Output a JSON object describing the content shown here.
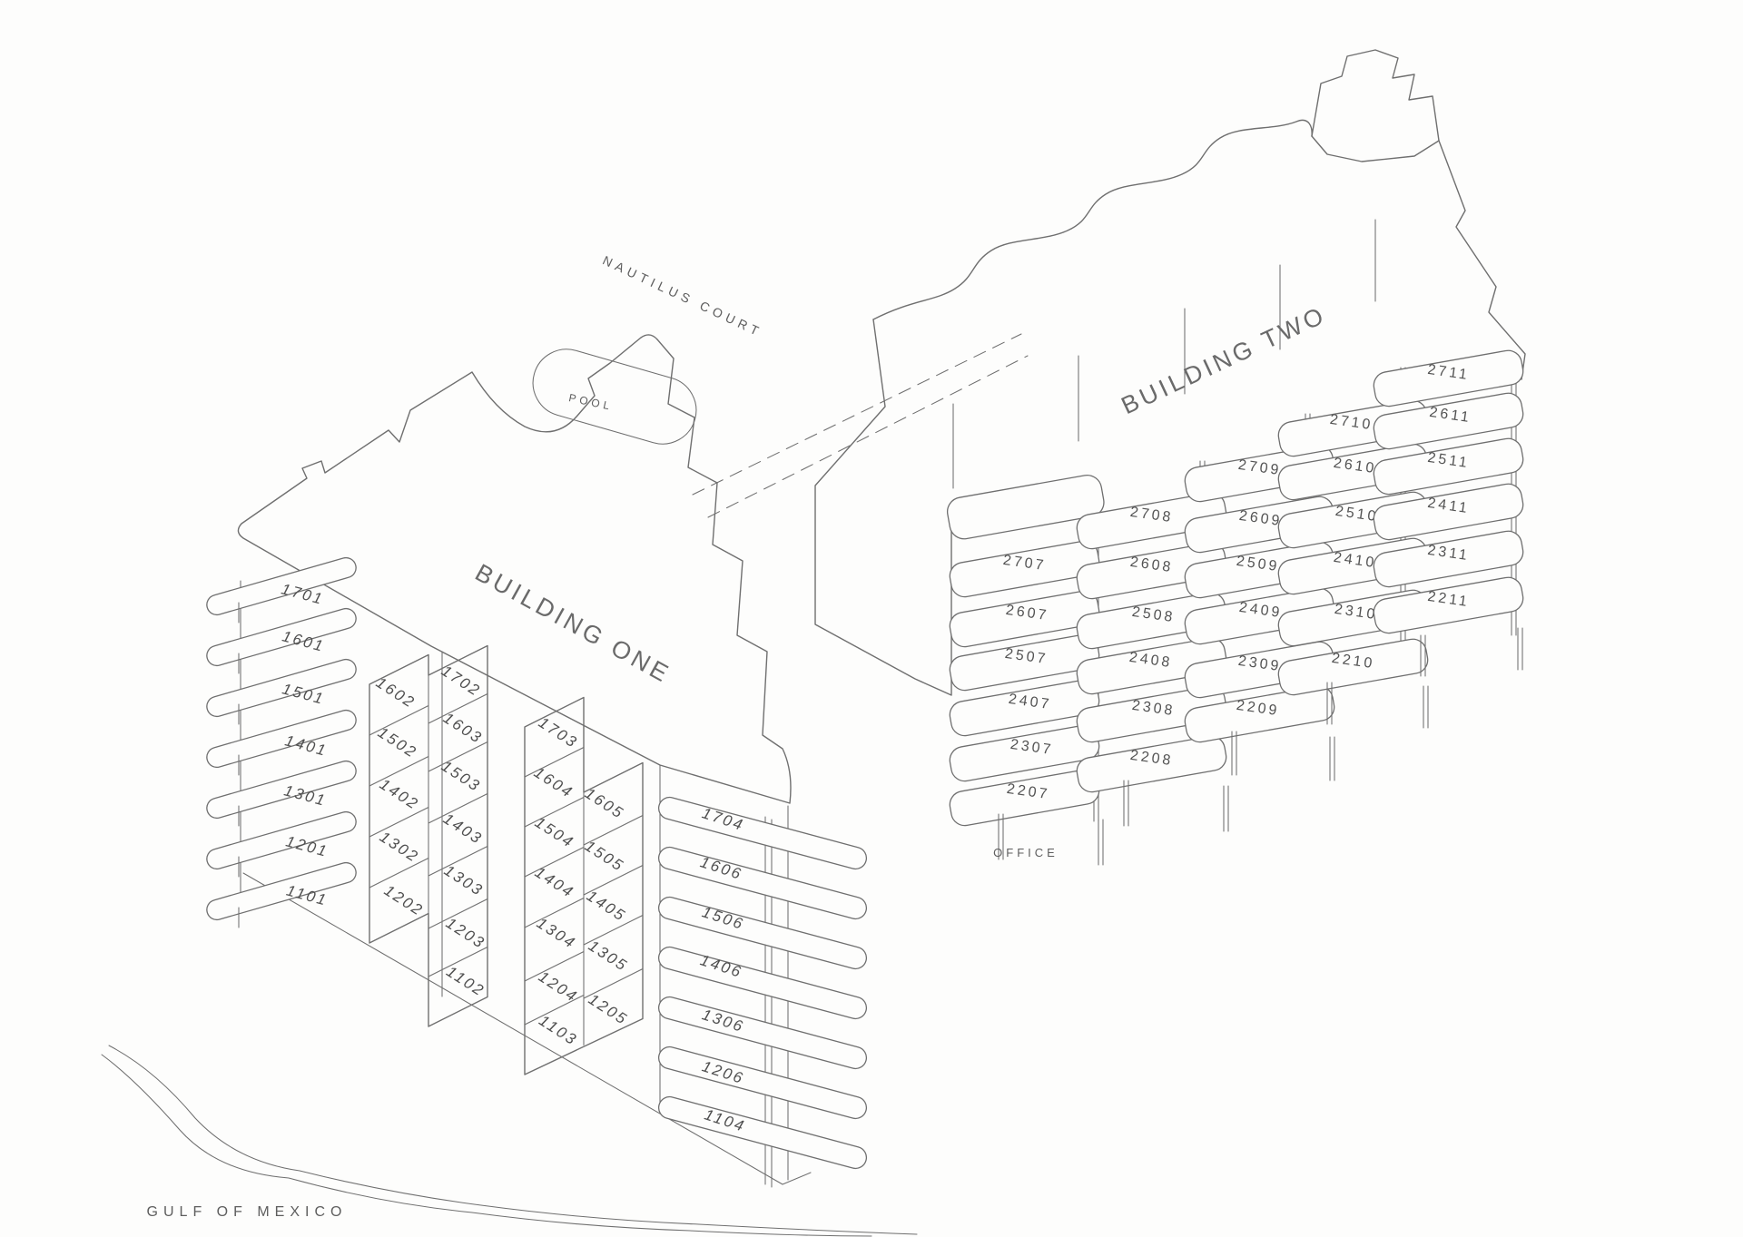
{
  "canvas": {
    "background": "#fdfdfc",
    "line_color": "#6f6f6f",
    "text_color": "#4f4f4f"
  },
  "site": {
    "street_label": "NAUTILUS COURT",
    "pool_label": "POOL",
    "water_label": "GULF OF MEXICO"
  },
  "building_one": {
    "name": "BUILDING ONE",
    "left_balconies": [
      "1701",
      "1601",
      "1501",
      "1401",
      "1301",
      "1201",
      "1101"
    ],
    "front_group_1": {
      "col_a": [
        "1602",
        "1502",
        "1402",
        "1302",
        "1202"
      ],
      "col_b": [
        "1702",
        "1603",
        "1503",
        "1403",
        "1303",
        "1203",
        "1102"
      ]
    },
    "front_group_2": {
      "col_a": [
        "1703",
        "1604",
        "1504",
        "1404",
        "1304",
        "1204",
        "1103"
      ],
      "col_b": [
        "1605",
        "1505",
        "1405",
        "1305",
        "1205"
      ]
    },
    "right_balconies": [
      "1704",
      "1606",
      "1506",
      "1406",
      "1306",
      "1206",
      "1104"
    ]
  },
  "building_two": {
    "name": "BUILDING TWO",
    "office_label": "OFFICE",
    "columns": [
      {
        "units": [
          "2707",
          "2607",
          "2507",
          "2407",
          "2307",
          "2207"
        ]
      },
      {
        "units": [
          "2708",
          "2608",
          "2508",
          "2408",
          "2308",
          "2208"
        ]
      },
      {
        "units": [
          "2709",
          "2609",
          "2509",
          "2409",
          "2309",
          "2209"
        ]
      },
      {
        "units": [
          "2710",
          "2610",
          "2510",
          "2410",
          "2310",
          "2210"
        ]
      },
      {
        "units": [
          "2711",
          "2611",
          "2511",
          "2411",
          "2311",
          "2211"
        ]
      }
    ]
  }
}
